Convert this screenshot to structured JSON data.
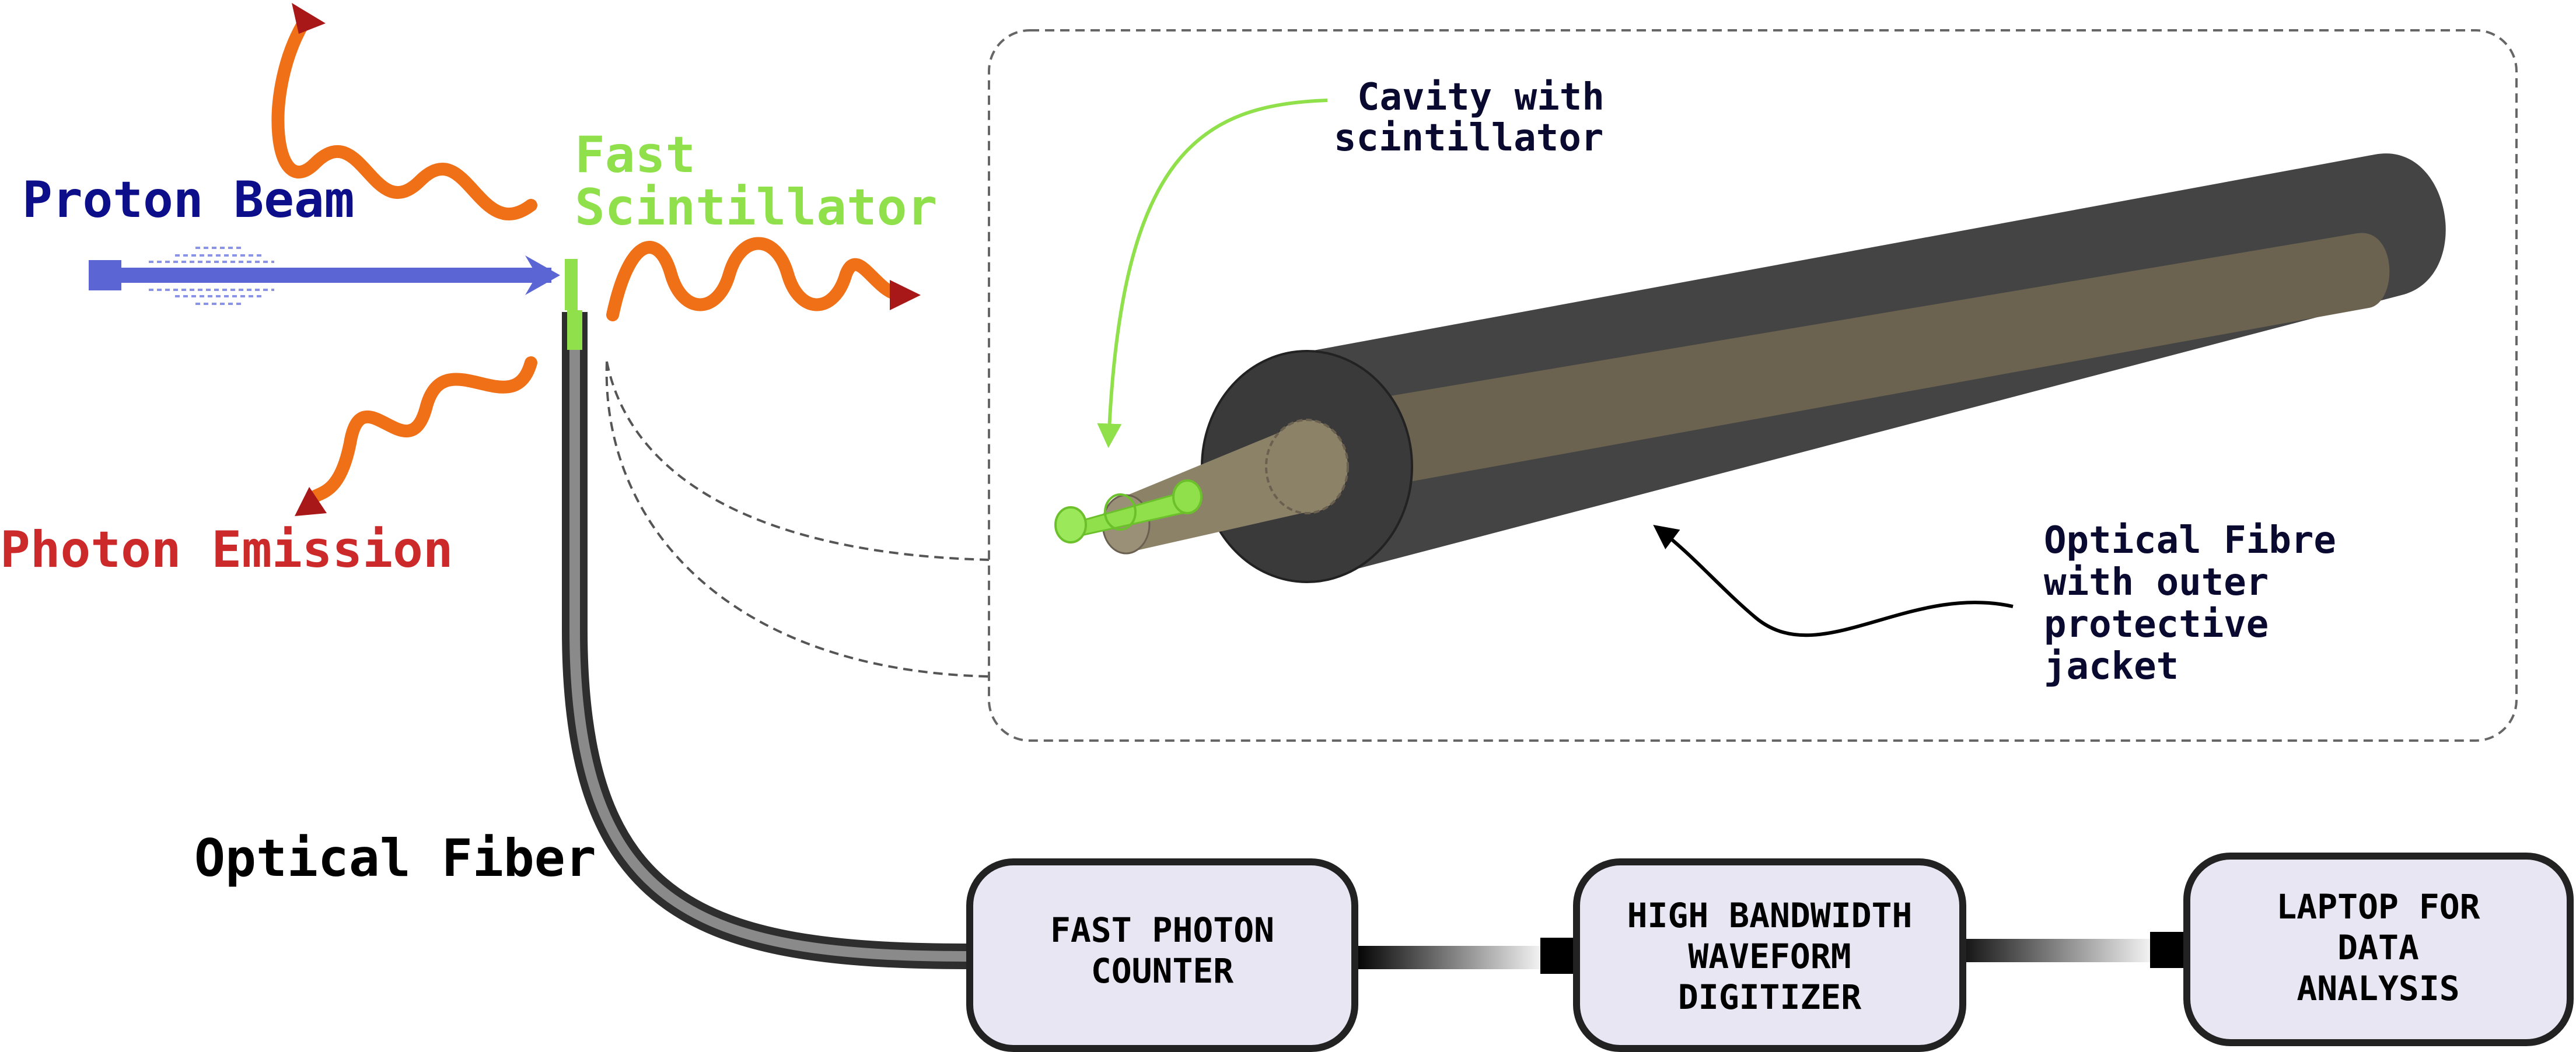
{
  "labels": {
    "proton_beam": "Proton Beam",
    "photon_emission": "Photon Emission",
    "fast_scintillator": [
      "Fast",
      "Scintillator"
    ],
    "optical_fiber": "Optical Fiber",
    "cavity": [
      "Cavity with",
      "scintillator"
    ],
    "fibre_jacket": [
      "Optical Fibre",
      "with outer",
      "protective",
      "jacket"
    ]
  },
  "boxes": {
    "photon_counter": [
      "FAST PHOTON",
      "COUNTER"
    ],
    "digitizer": [
      "HIGH BANDWIDTH",
      "WAVEFORM",
      "DIGITIZER"
    ],
    "laptop": [
      "LAPTOP FOR",
      "DATA",
      "ANALYSIS"
    ]
  },
  "colors": {
    "proton_beam": "#5b65d4",
    "proton_label": "#0c0e8a",
    "photon_wave": "#f07018",
    "photon_arrowhead": "#a81818",
    "photon_label": "#cc2a2a",
    "scintillator": "#8fe04a",
    "fiber_dark": "#3c3c3c",
    "fiber_core": "#8a8a8a",
    "box_fill": "#e8e6f2",
    "inset_label": "#0a0a30"
  }
}
